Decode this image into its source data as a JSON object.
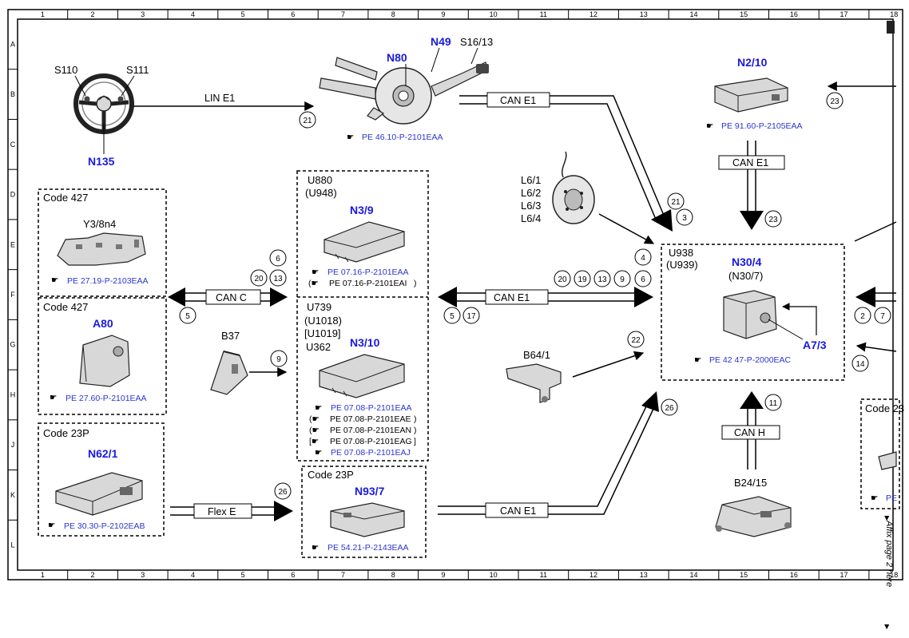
{
  "grid": {
    "columns": [
      "1",
      "2",
      "3",
      "4",
      "5",
      "6",
      "7",
      "8",
      "9",
      "10",
      "11",
      "12",
      "13",
      "14",
      "15",
      "16",
      "17",
      "18"
    ],
    "rows": [
      "A",
      "B",
      "C",
      "D",
      "E",
      "F",
      "G",
      "H",
      "J",
      "K",
      "L"
    ]
  },
  "components": {
    "s110": "S110",
    "s111": "S111",
    "n135": "N135",
    "n80": "N80",
    "n49": "N49",
    "s16_13": "S16/13",
    "n80_ref": "PE 46.10-P-2101EAA",
    "n2_10": "N2/10",
    "n2_10_ref": "PE 91.60-P-2105EAA",
    "l6": [
      "L6/1",
      "L6/2",
      "L6/3",
      "L6/4"
    ],
    "code427_a": "Code 427",
    "y3_8n4": "Y3/8n4",
    "y3_ref": "PE 27.19-P-2103EAA",
    "code427_b": "Code 427",
    "a80": "A80",
    "a80_ref": "PE 27.60-P-2101EAA",
    "code23p_a": "Code 23P",
    "n62_1": "N62/1",
    "n62_ref": "PE 30.30-P-2102EAB",
    "u880": "U880",
    "u948": "(U948)",
    "n3_9": "N3/9",
    "n3_9_ref1": "PE 07.16-P-2101EAA",
    "n3_9_ref2": "PE 07.16-P-2101EAI",
    "u739": "U739",
    "u1018": "(U1018)",
    "u1019": "[U1019]",
    "u362": "U362",
    "n3_10": "N3/10",
    "n3_10_refs": [
      "PE 07.08-P-2101EAA",
      "PE 07.08-P-2101EAE",
      "PE 07.08-P-2101EAN",
      "PE 07.08-P-2101EAG",
      "PE 07.08-P-2101EAJ"
    ],
    "b37": "B37",
    "code23p_b": "Code 23P",
    "n93_7": "N93/7",
    "n93_ref": "PE 54.21-P-2143EAA",
    "b64_1": "B64/1",
    "u938": "U938",
    "u939": "(U939)",
    "n30_4": "N30/4",
    "n30_7": "(N30/7)",
    "a7_3": "A7/3",
    "n30_ref": "PE 42 47-P-2000EAC",
    "b24_15": "B24/15",
    "code23_right": "Code 23",
    "right_ref": "PE"
  },
  "buses": {
    "lin_e1": "LIN E1",
    "can_e1_top": "CAN E1",
    "can_e1_right": "CAN E1",
    "can_c": "CAN C",
    "can_e1_mid": "CAN E1",
    "flex_e": "Flex E",
    "can_e1_bottom": "CAN E1",
    "can_h": "CAN H"
  },
  "circles": {
    "c21_lin": "21",
    "c23_right": "23",
    "c23_vert": "23",
    "c21_mid": "21",
    "c3_mid": "3",
    "c4": "4",
    "c6_left": "6",
    "c20_left": "20",
    "c13_left": "13",
    "c5_left": "5",
    "c20_m": "20",
    "c19_m": "19",
    "c13_m": "13",
    "c9_m": "9",
    "c6_m": "6",
    "c5_m": "5",
    "c17_m": "17",
    "c9_b37": "9",
    "c22": "22",
    "c26_left": "26",
    "c26_right": "26",
    "c11": "11",
    "c2": "2",
    "c7": "7",
    "c14": "14"
  },
  "side_note": "Affix page 2 here",
  "colors": {
    "component_label": "#1a1adf",
    "reference": "#2a35d0",
    "line": "#000000"
  }
}
